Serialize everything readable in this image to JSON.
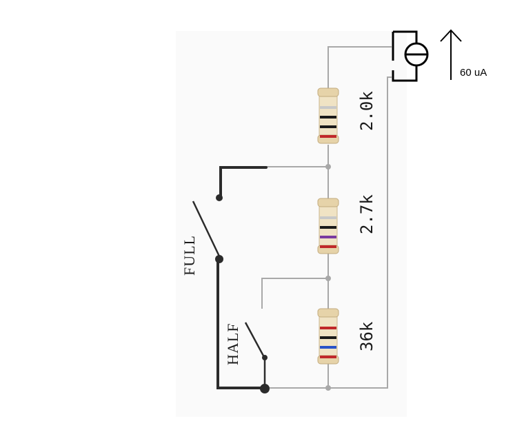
{
  "diagram": {
    "source": {
      "current_label": "60 uA"
    },
    "resistors": [
      {
        "value_label": "2.0k",
        "bands": [
          "#c8c8c8",
          "#1a1a1a",
          "#1a1a1a",
          "#c0282a"
        ]
      },
      {
        "value_label": "2.7k",
        "bands": [
          "#c8c8c8",
          "#1a1a1a",
          "#7a3aa0",
          "#c0282a"
        ]
      },
      {
        "value_label": "36k",
        "bands": [
          "#c0282a",
          "#1a1a1a",
          "#2a52c8",
          "#c0282a"
        ]
      }
    ],
    "switches": [
      {
        "label": "FULL"
      },
      {
        "label": "HALF"
      }
    ],
    "colors": {
      "wire": "#a8a8a8",
      "switch_wire": "#2b2b2b",
      "source_wire": "#000000"
    }
  }
}
